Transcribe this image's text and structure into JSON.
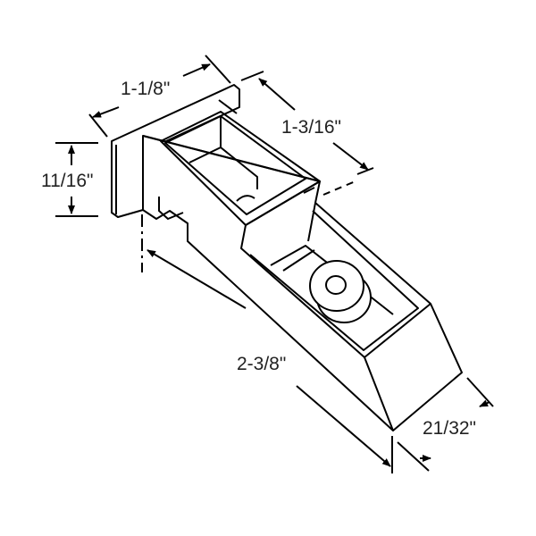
{
  "dimensions": {
    "width_top": "1-1/8\"",
    "depth_top": "1-3/16\"",
    "height_plate": "11/16\"",
    "length": "2-3/8\"",
    "width_front": "21/32\""
  }
}
